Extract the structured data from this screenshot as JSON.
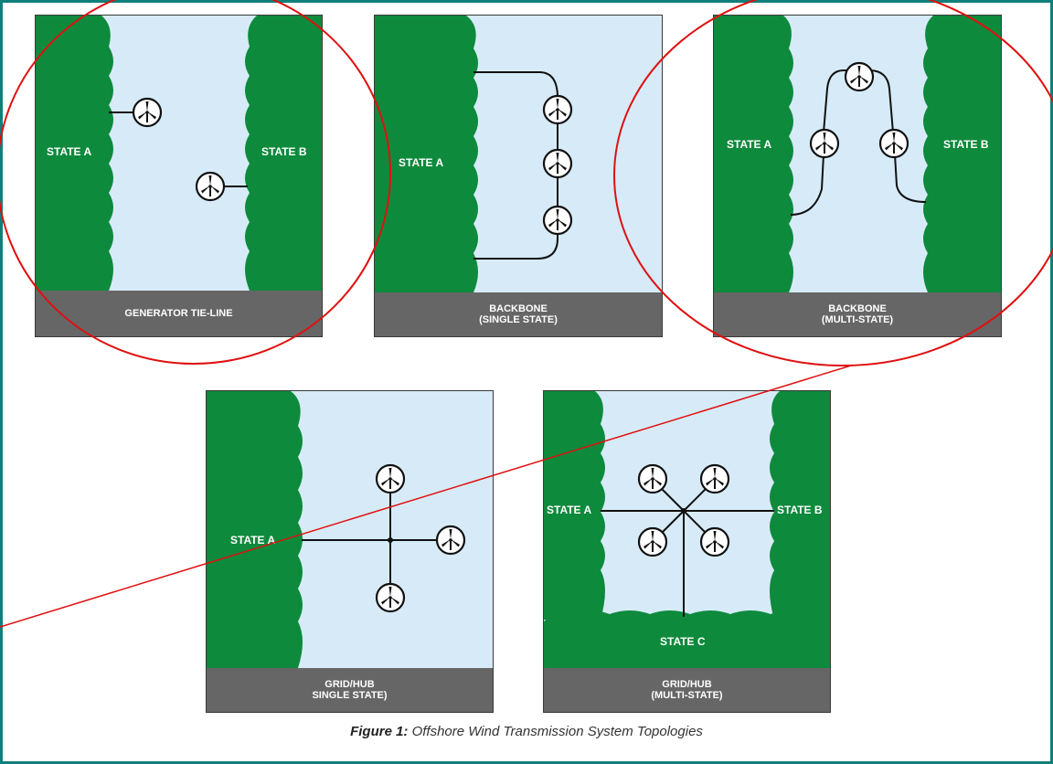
{
  "colors": {
    "land": "#0e8a3c",
    "water": "#d6ebf7",
    "footer": "#666666",
    "annotation": "#e01010",
    "frame": "#0f7f7a"
  },
  "panels": {
    "generator_tie_line": {
      "footer_line1": "GENERATOR TIE-LINE",
      "footer_line2": "",
      "state_a": "STATE A",
      "state_b": "STATE B"
    },
    "backbone_single": {
      "footer_line1": "BACKBONE",
      "footer_line2": "(SINGLE STATE)",
      "state_a": "STATE A"
    },
    "backbone_multi": {
      "footer_line1": "BACKBONE",
      "footer_line2": "(MULTI-STATE)",
      "state_a": "STATE A",
      "state_b": "STATE B"
    },
    "grid_hub_single": {
      "footer_line1": "GRID/HUB",
      "footer_line2": "SINGLE STATE)",
      "state_a": "STATE A"
    },
    "grid_hub_multi": {
      "footer_line1": "GRID/HUB",
      "footer_line2": "(MULTI-STATE)",
      "state_a": "STATE A",
      "state_b": "STATE B",
      "state_c": "STATE C"
    }
  },
  "caption": {
    "figure": "Figure 1:",
    "text": " Offshore Wind Transmission System Topologies"
  },
  "icons": {
    "turbine": "wind-turbine-icon"
  }
}
